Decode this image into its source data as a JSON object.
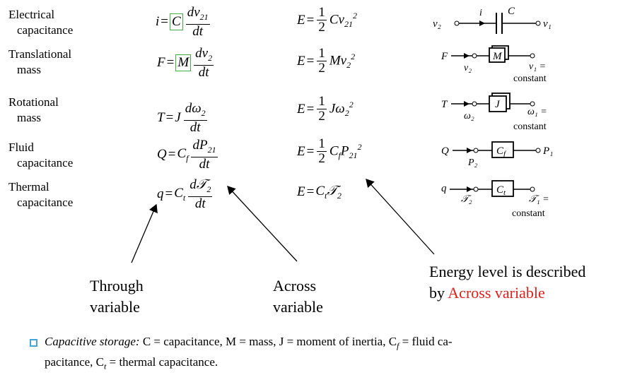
{
  "rows": [
    {
      "label1": "Electrical",
      "label2": "capacitance",
      "const_left": "i",
      "const_var": "C",
      "const_num": "dv",
      "const_num_sub": "21",
      "const_den": "dt",
      "energy_left": "E",
      "energy_num": "1",
      "energy_den": "2",
      "energy_var": "Cv",
      "energy_sub": "21",
      "energy_sup": "2",
      "diag": {
        "left": "v₂",
        "top": "i",
        "mid": "C",
        "right": "v₁"
      }
    },
    {
      "label1": "Translational",
      "label2": "mass",
      "const_left": "F",
      "const_var": "M",
      "const_num": "dv",
      "const_num_sub": "2",
      "const_den": "dt",
      "energy_left": "E",
      "energy_num": "1",
      "energy_den": "2",
      "energy_var": "Mv",
      "energy_sub": "2",
      "energy_sup": "2",
      "diag": {
        "left": "F",
        "under": "v₂",
        "box": "M",
        "right": "v₁ =",
        "note": "constant"
      }
    },
    {
      "label1": "Rotational",
      "label2": "mass",
      "const_left": "T",
      "const_var": "J",
      "const_num": "dω",
      "const_num_sub": "2",
      "const_den": "dt",
      "energy_left": "E",
      "energy_num": "1",
      "energy_den": "2",
      "energy_var": "Jω",
      "energy_sub": "2",
      "energy_sup": "2",
      "diag": {
        "left": "T",
        "under": "ω₂",
        "box": "J",
        "right": "ω₁ =",
        "note": "constant"
      }
    },
    {
      "label1": "Fluid",
      "label2": "capacitance",
      "const_left": "Q",
      "const_var": "C",
      "const_var_sub": "f",
      "const_num": "dP",
      "const_num_sub": "21",
      "const_den": "dt",
      "energy_left": "E",
      "energy_num": "1",
      "energy_den": "2",
      "energy_var": "C",
      "energy_var_sub": "f",
      "energy_var2": "P",
      "energy_sub": "21",
      "energy_sup": "2",
      "diag": {
        "left": "Q",
        "under": "P₂",
        "box": "C",
        "box_sub": "f",
        "right": "P₁"
      }
    },
    {
      "label1": "Thermal",
      "label2": "capacitance",
      "const_left": "q",
      "const_var": "C",
      "const_var_sub": "t",
      "const_num": "d𝒯",
      "const_num_sub": "2",
      "const_den": "dt",
      "energy_left": "E",
      "energy_var": "C",
      "energy_var_sub": "t",
      "energy_var2": "𝒯",
      "energy_sub": "2",
      "diag": {
        "left": "q",
        "under": "𝒯₂",
        "box": "C",
        "box_sub": "t",
        "right": "𝒯₁ =",
        "note": "constant"
      }
    }
  ],
  "annotations": {
    "through_1": "Through",
    "through_2": "variable",
    "across_1": "Across",
    "across_2": "variable",
    "energy_1": "Energy level is described",
    "energy_2_prefix": "by ",
    "energy_2_red": "Across variable"
  },
  "caption": {
    "line1_italic": "Capacitive storage:",
    "line1_rest": " C = capacitance, M = mass, J = moment of inertia, C",
    "line1_sub": "f",
    "line1_end": " = fluid ca-",
    "line2_start": "pacitance, C",
    "line2_sub": "t",
    "line2_end": " = thermal capacitance."
  },
  "colors": {
    "highlight_box": "#3cb33c",
    "red_text": "#e0201b",
    "bullet": "#3fa6e0"
  }
}
